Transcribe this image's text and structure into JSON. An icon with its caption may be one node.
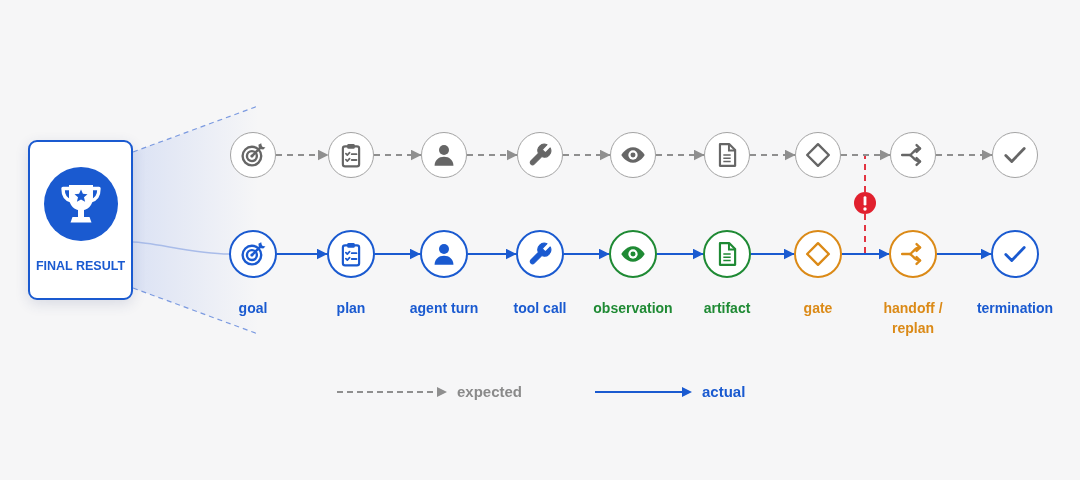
{
  "diagram": {
    "nodes": [
      {
        "text": [
          "FINAL RESULT"
        ]
      },
      {
        "text": [],
        "shape": "circle"
      },
      {
        "text": [],
        "shape": "circle"
      },
      {
        "text": [],
        "shape": "circle"
      },
      {
        "text": [],
        "shape": "circle"
      },
      {
        "text": [],
        "shape": "circle"
      },
      {
        "text": [],
        "shape": "circle"
      },
      {
        "text": [],
        "shape": "circle"
      },
      {
        "text": [],
        "shape": "circle"
      },
      {
        "text": [],
        "shape": "circle"
      },
      {
        "text": [
          "goal"
        ]
      },
      {
        "text": [
          "plan"
        ]
      },
      {
        "text": [
          "agent turn"
        ]
      },
      {
        "text": [
          "tool call"
        ]
      },
      {
        "text": [
          "observation"
        ]
      },
      {
        "text": [
          "artifact"
        ]
      },
      {
        "text": [
          "gate"
        ]
      },
      {
        "text": [
          "handoff / replan"
        ]
      },
      {
        "text": [
          "termination"
        ]
      },
      {
        "text": [],
        "shape": "circle"
      }
    ],
    "edges": [
      {
        "from": 1,
        "to": 2,
        "arrow": "to",
        "style": "dashed",
        "color": "#8f8f8f"
      },
      {
        "from": 2,
        "to": 3,
        "arrow": "to",
        "style": "dashed",
        "color": "#8f8f8f"
      },
      {
        "from": 3,
        "to": 4,
        "arrow": "to",
        "style": "dashed",
        "color": "#8f8f8f"
      },
      {
        "from": 4,
        "to": 5,
        "arrow": "to",
        "style": "dashed",
        "color": "#8f8f8f"
      },
      {
        "from": 5,
        "to": 6,
        "arrow": "to",
        "style": "dashed",
        "color": "#8f8f8f"
      },
      {
        "from": 6,
        "to": 7,
        "arrow": "to",
        "style": "dashed",
        "color": "#8f8f8f"
      },
      {
        "from": 7,
        "to": 8,
        "arrow": "to",
        "style": "dashed",
        "color": "#8f8f8f"
      },
      {
        "from": 8,
        "to": 9,
        "arrow": "to",
        "style": "dashed",
        "color": "#8f8f8f"
      },
      {
        "from": 10,
        "to": 11,
        "arrow": "to",
        "color": "#1a5ad0"
      },
      {
        "from": 11,
        "to": 12,
        "arrow": "to",
        "color": "#1a5ad0"
      },
      {
        "from": 12,
        "to": 13,
        "arrow": "to",
        "color": "#1a5ad0"
      },
      {
        "from": 13,
        "to": 14,
        "arrow": "to",
        "color": "#1a5ad0"
      },
      {
        "from": 14,
        "to": 15,
        "arrow": "to",
        "color": "#1a5ad0"
      },
      {
        "from": 15,
        "to": 16,
        "arrow": "to",
        "color": "#1a5ad0"
      },
      {
        "from": 16,
        "to": 17,
        "arrow": "to",
        "color": "#1a5ad0"
      },
      {
        "from": 17,
        "to": 18,
        "arrow": "to",
        "color": "#1a5ad0"
      },
      {
        "from": 0,
        "to": 10,
        "arrow": "none",
        "color": "#a9bce9"
      },
      {
        "from": 0,
        "to": null,
        "arrow": "none",
        "style": "dashed",
        "color": "#7b9ae0"
      },
      {
        "from": 0,
        "to": null,
        "arrow": "none",
        "style": "dashed",
        "color": "#7b9ae0"
      },
      {
        "from": 19,
        "to": null,
        "arrow": "none",
        "style": "dashed",
        "color": "#e1202e"
      },
      {
        "from": 19,
        "to": null,
        "arrow": "none",
        "style": "dashed",
        "color": "#e1202e"
      }
    ],
    "legend": [
      {
        "text": "expected"
      },
      {
        "text": "actual"
      }
    ]
  }
}
